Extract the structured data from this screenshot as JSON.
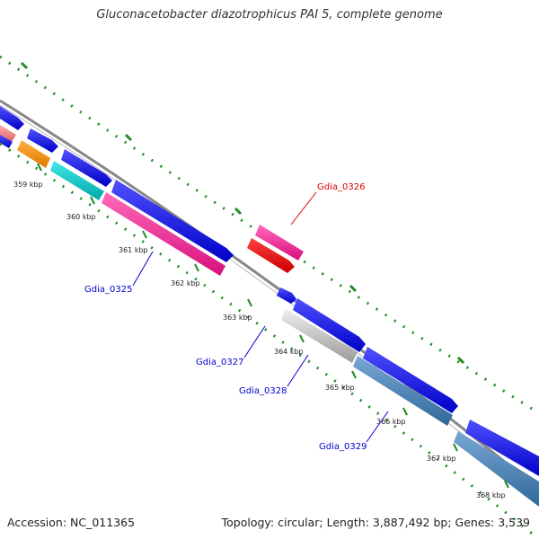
{
  "title": "Gluconacetobacter diazotrophicus PAI 5, complete genome",
  "footer": {
    "accession": "Accession: NC_011365",
    "summary": "Topology: circular; Length: 3,887,492 bp; Genes: 3,539"
  },
  "ticks": [
    {
      "label": "359 kbp"
    },
    {
      "label": "360 kbp"
    },
    {
      "label": "361 kbp"
    },
    {
      "label": "362 kbp"
    },
    {
      "label": "363 kbp"
    },
    {
      "label": "364 kbp"
    },
    {
      "label": "365 kbp"
    },
    {
      "label": "366 kbp"
    },
    {
      "label": "367 kbp"
    },
    {
      "label": "368 kbp"
    }
  ],
  "gene_labels": [
    {
      "name": "Gdia_0325",
      "color": "#0000cc"
    },
    {
      "name": "Gdia_0326",
      "color": "#dd0000"
    },
    {
      "name": "Gdia_0327",
      "color": "#0000cc"
    },
    {
      "name": "Gdia_0328",
      "color": "#0000cc"
    },
    {
      "name": "Gdia_0329",
      "color": "#0000cc"
    }
  ],
  "colors": {
    "backbone": "#808080",
    "gc_dots": "#228b22",
    "cds": "#0000ee",
    "selected": "#ff1493",
    "highlight": "#ff0000",
    "orange": "#ff8c00",
    "cyan": "#00cccc",
    "steel": "#4682b4",
    "gray": "#b0b0b0",
    "salmon": "#f08080"
  }
}
